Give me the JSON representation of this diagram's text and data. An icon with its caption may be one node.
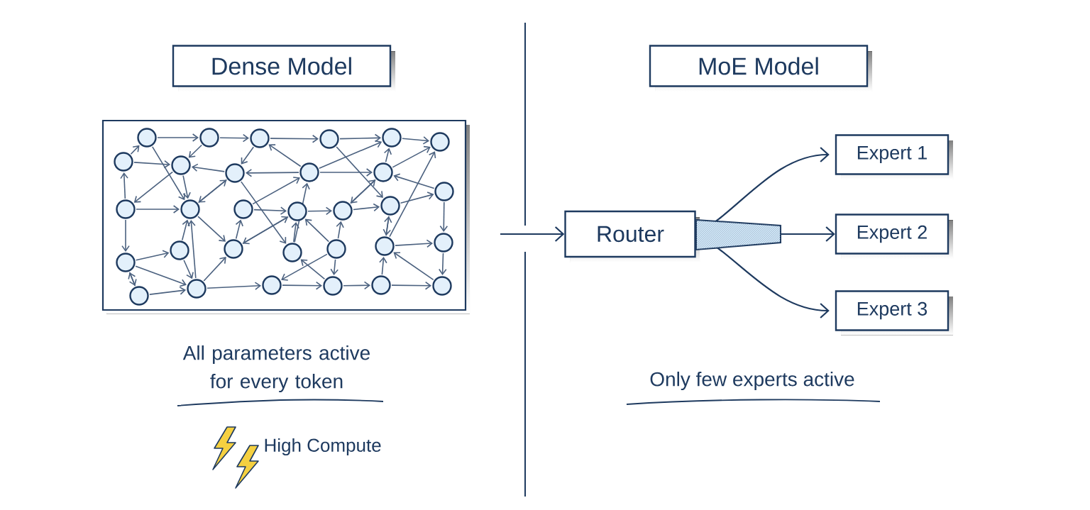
{
  "diagram": {
    "nodes": [
      {
        "text": [
          "Dense Model"
        ]
      },
      {
        "text": [
          "MoE Model"
        ]
      },
      {
        "text": [
          "Router"
        ]
      },
      {
        "text": [
          "Expert 1"
        ]
      },
      {
        "text": [
          "Expert 2"
        ]
      },
      {
        "text": [
          "Expert 3"
        ]
      }
    ],
    "edges": [
      {
        "from": null,
        "to": 2,
        "arrow": "to"
      },
      {
        "from": 2,
        "to": 3,
        "arrow": "to"
      },
      {
        "from": 2,
        "to": 4,
        "arrow": "to"
      },
      {
        "from": 2,
        "to": 5,
        "arrow": "to"
      }
    ],
    "labels": [
      "All parameters active for every token",
      "High Compute",
      "Only few experts active"
    ]
  }
}
